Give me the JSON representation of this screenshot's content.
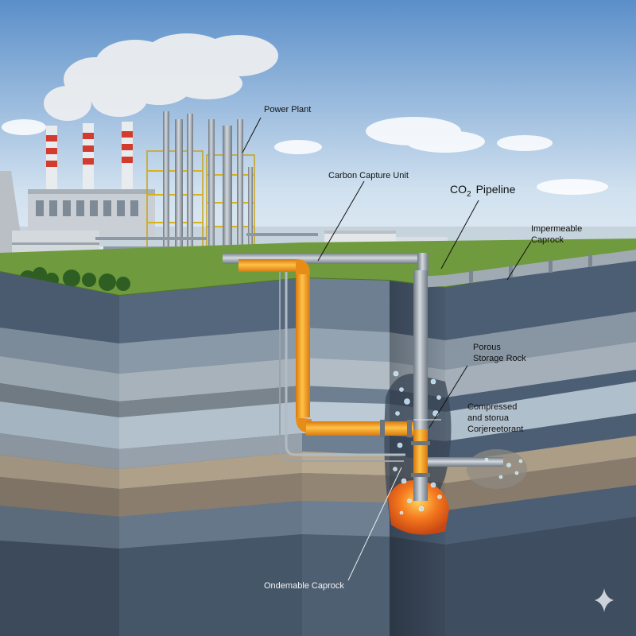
{
  "labels": {
    "power_plant": "Power Plant",
    "carbon_capture_unit": "Carbon Capture Unit",
    "co2_pipeline": "CO",
    "co2_pipeline_sub": "2",
    "co2_pipeline_word": "Pipeline",
    "impermeable_caprock_line1": "Impermeable",
    "impermeable_caprock_line2": "Caprock",
    "porous_storage_line1": "Porous",
    "porous_storage_line2": "Storage Rock",
    "compressed_line1": "Compressed",
    "compressed_line2": "and storua",
    "compressed_line3": "Corjereetorant",
    "bottom_caprock": "Ondemable Caprock"
  },
  "colors": {
    "sky_top": "#5b8fc9",
    "sky_bottom": "#dfe9f2",
    "grass": "#6f9a3e",
    "pipe_gray": "#9aa4ae",
    "pipe_orange": "#f39a1c",
    "magma": "#f26a1b"
  },
  "icons": {
    "corner": "sparkle-icon"
  }
}
